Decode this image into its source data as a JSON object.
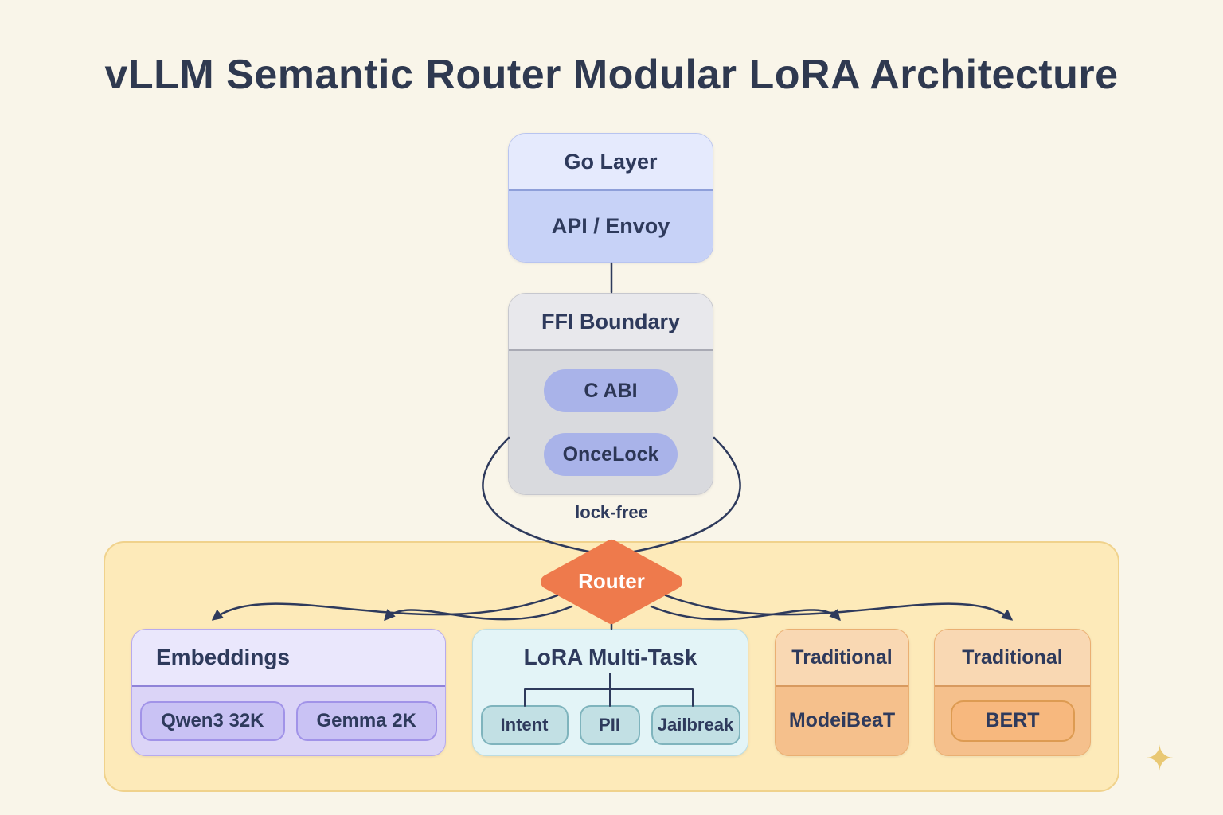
{
  "page": {
    "title": "vLLM Semantic Router Modular LoRA Architecture"
  },
  "go_layer": {
    "title": "Go Layer",
    "subtitle": "API / Envoy"
  },
  "ffi_boundary": {
    "title": "FFI Boundary",
    "pills": [
      "C ABI",
      "OnceLock"
    ],
    "note": "lock-free"
  },
  "router": {
    "label": "Router"
  },
  "lane_groups": {
    "embeddings": {
      "title": "Embeddings",
      "pills": [
        "Qwen3 32K",
        "Gemma 2K"
      ]
    },
    "lora_multi_task": {
      "title": "LoRA Multi-Task",
      "pills": [
        "Intent",
        "PII",
        "Jailbreak"
      ]
    },
    "traditional_modernbert": {
      "title": "Traditional",
      "model": "ModeiBeaT"
    },
    "traditional_bert": {
      "title": "Traditional",
      "model": "BERT"
    }
  },
  "icons": {
    "sparkle": "✦"
  },
  "colors": {
    "background": "#f9f5e9",
    "text": "#2e3a5c",
    "router_orange": "#ee7a4c",
    "lane_container": "#fdeab9",
    "blue_header": "#e5eafd",
    "blue_body": "#c7d2f7",
    "gray_header": "#e8e8ec",
    "gray_body": "#d9dade",
    "ffi_pill": "#a9b3e9",
    "lavender_header": "#eae7fc",
    "lavender_body": "#dbd4f7",
    "lavender_pill": "#c9c2f4",
    "cyan_body": "#e3f4f7",
    "cyan_pill": "#c2e0e4",
    "peach_header": "#f9d8b3",
    "peach_body": "#f5c08c",
    "orange_pill": "#f7b87e",
    "connector": "#2e3a5c"
  }
}
